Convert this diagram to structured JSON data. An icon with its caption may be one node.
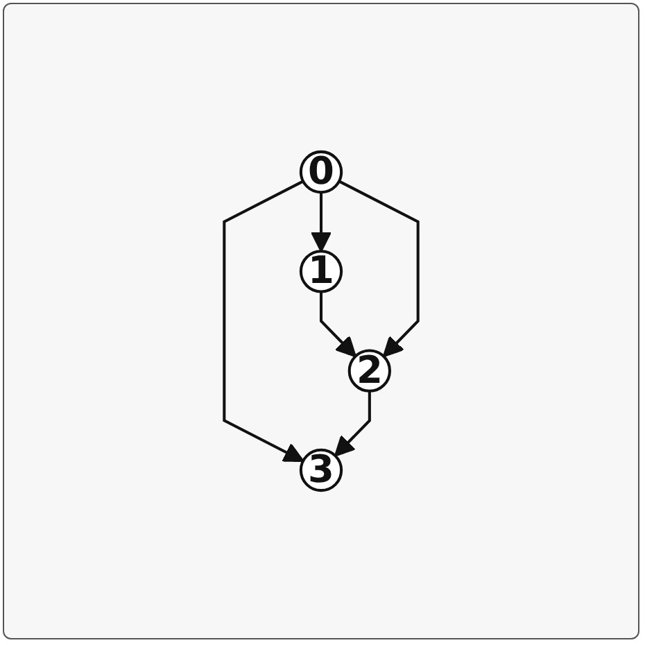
{
  "diagram": {
    "nodes": [
      {
        "text": [
          "0"
        ]
      },
      {
        "text": [
          "1"
        ]
      },
      {
        "text": [
          "2"
        ]
      },
      {
        "text": [
          "3"
        ]
      }
    ],
    "edges": [
      {
        "from": 0,
        "to": 1,
        "arrow": "to"
      },
      {
        "from": 1,
        "to": 2,
        "arrow": "to"
      },
      {
        "from": 0,
        "to": 2,
        "arrow": "to"
      },
      {
        "from": 0,
        "to": 3,
        "arrow": "to"
      },
      {
        "from": 2,
        "to": 3,
        "arrow": "to"
      }
    ]
  }
}
